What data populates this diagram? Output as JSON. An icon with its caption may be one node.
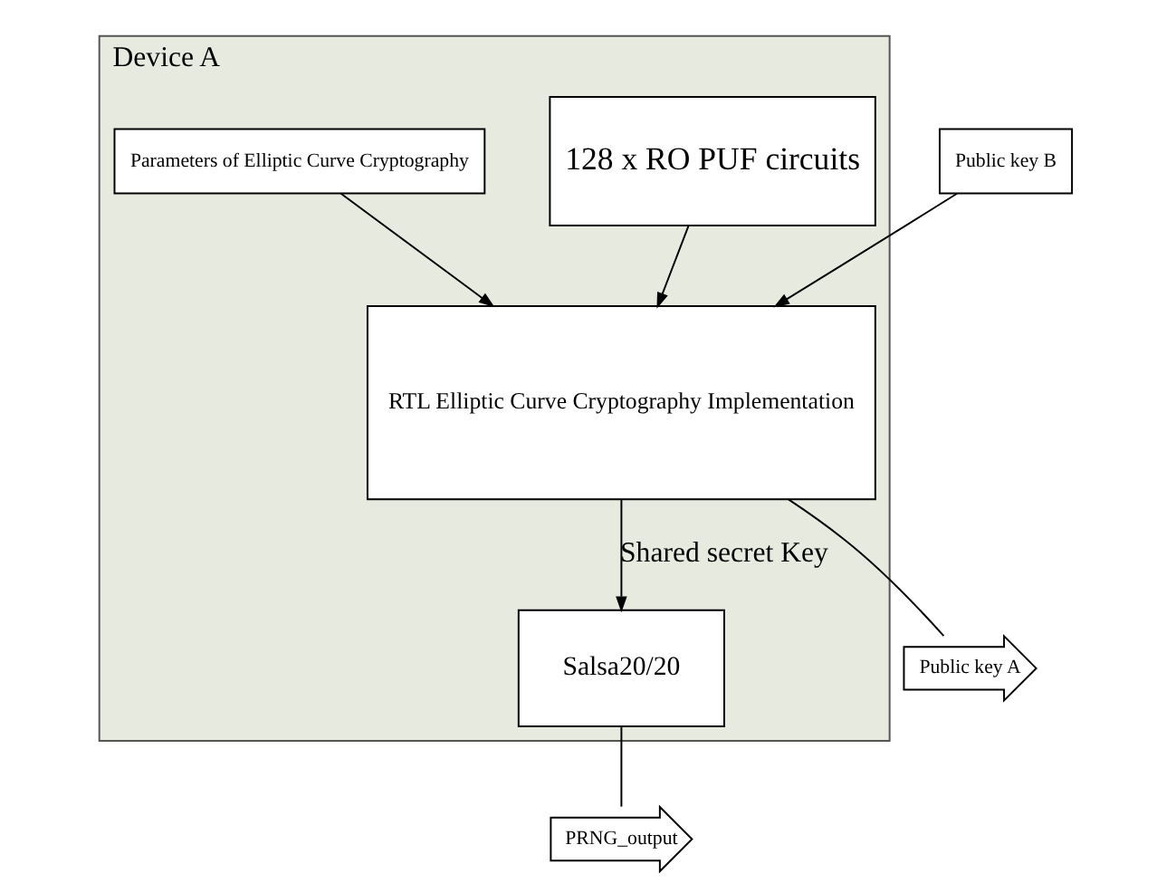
{
  "diagram": {
    "nodes": [
      {
        "text": [
          "Device A"
        ]
      },
      {
        "text": [
          "128 x RO PUF circuits"
        ],
        "in": 0
      },
      {
        "text": [
          "Parameters of Elliptic Curve Cryptography"
        ],
        "in": 0
      },
      {
        "text": [
          "RTL Elliptic Curve Cryptography Implementation"
        ],
        "in": 0
      },
      {
        "text": [
          "Salsa20/20"
        ],
        "in": 0
      },
      {
        "text": [
          "Public key B"
        ]
      },
      {
        "text": [
          "Public key A"
        ]
      },
      {
        "text": [
          "PRNG_output"
        ]
      }
    ],
    "edges": [
      {
        "from": 1,
        "to": 3,
        "arrow": "to"
      },
      {
        "from": 2,
        "to": 3,
        "arrow": "to"
      },
      {
        "from": 5,
        "to": 3,
        "arrow": "to"
      },
      {
        "from": 3,
        "to": 6,
        "arrow": "none"
      },
      {
        "from": 3,
        "to": 4,
        "arrow": "to",
        "label": "Shared secret Key"
      },
      {
        "from": 4,
        "to": 7,
        "arrow": "none"
      }
    ]
  }
}
